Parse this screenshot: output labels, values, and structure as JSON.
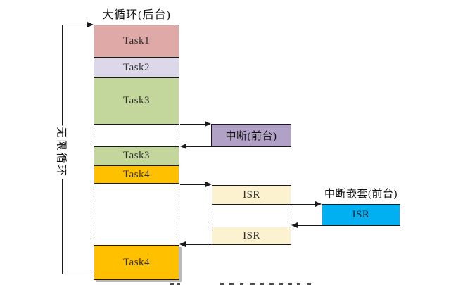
{
  "diagram": {
    "title": "大循环(后台)",
    "left_loop_label": "无限循环",
    "nested_interrupt_caption": "中断嵌套(前台)",
    "blocks": {
      "task1": {
        "label": "Task1"
      },
      "task2": {
        "label": "Task2"
      },
      "task3_main": {
        "label": "Task3"
      },
      "task3_resume": {
        "label": "Task3"
      },
      "task4": {
        "label": "Task4"
      },
      "task4_resume": {
        "label": "Task4"
      },
      "interrupt": {
        "label": "中断(前台)"
      },
      "isr_first": {
        "label": "ISR"
      },
      "isr_second": {
        "label": "ISR"
      },
      "isr_nested": {
        "label": "ISR"
      }
    },
    "colors": {
      "task1_fill": "#dfa9a7",
      "task2_fill": "#dcd8e9",
      "task3_fill": "#c3d69b",
      "task4_fill": "#ffc000",
      "interrupt_fill": "#b2a1c7",
      "isr_fill": "#fdf2d0",
      "isr_nested_fill": "#00b0f0",
      "line": "#1a1a1a"
    }
  }
}
